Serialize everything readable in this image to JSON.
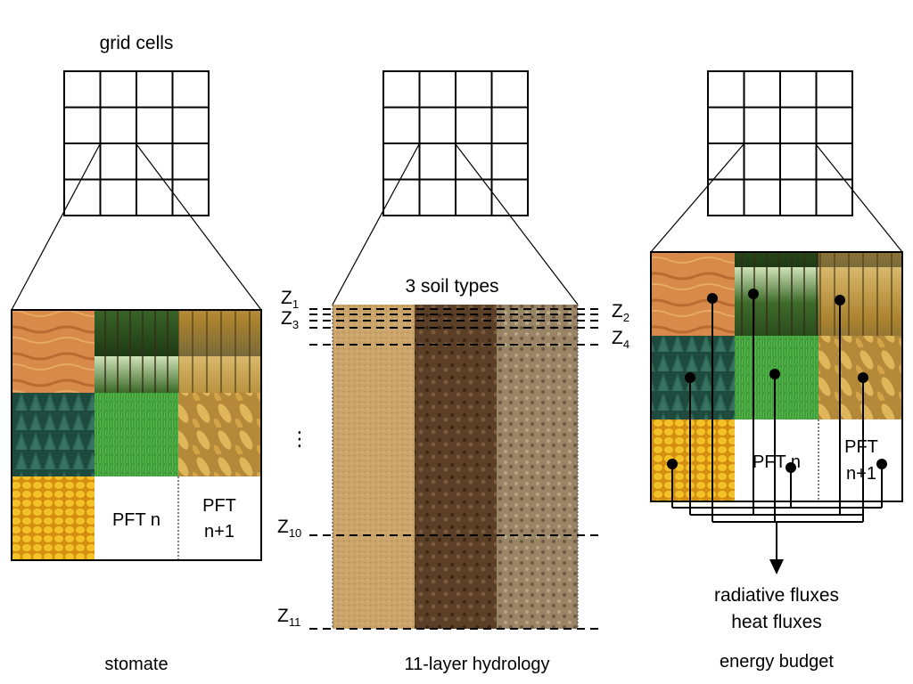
{
  "labels": {
    "grid_cells": "grid cells",
    "soil_types": "3 soil types",
    "stomate": "stomate",
    "hydrology": "11-layer hydrology",
    "energy_budget": "energy budget",
    "radiative_fluxes": "radiative fluxes",
    "heat_fluxes": "heat fluxes",
    "dots": "⋮"
  },
  "pft_cells": {
    "pft_n": "PFT n",
    "pft_n1_line1": "PFT",
    "pft_n1_line2": "n+1"
  },
  "z_labels": {
    "z1": {
      "base": "Z",
      "sub": "1"
    },
    "z2": {
      "base": "Z",
      "sub": "2"
    },
    "z3": {
      "base": "Z",
      "sub": "3"
    },
    "z4": {
      "base": "Z",
      "sub": "4"
    },
    "z10": {
      "base": "Z",
      "sub": "10"
    },
    "z11": {
      "base": "Z",
      "sub": "11"
    }
  },
  "tile_images": [
    "desert-sand",
    "tropical-forest",
    "autumn-forest",
    "conifer-forest",
    "grassland-crop",
    "wheat",
    "maize"
  ],
  "colors": {
    "line": "#000000",
    "sand": "#c9a56a",
    "soil_dark": "#5a3f28",
    "soil_grey": "#9c8566"
  }
}
